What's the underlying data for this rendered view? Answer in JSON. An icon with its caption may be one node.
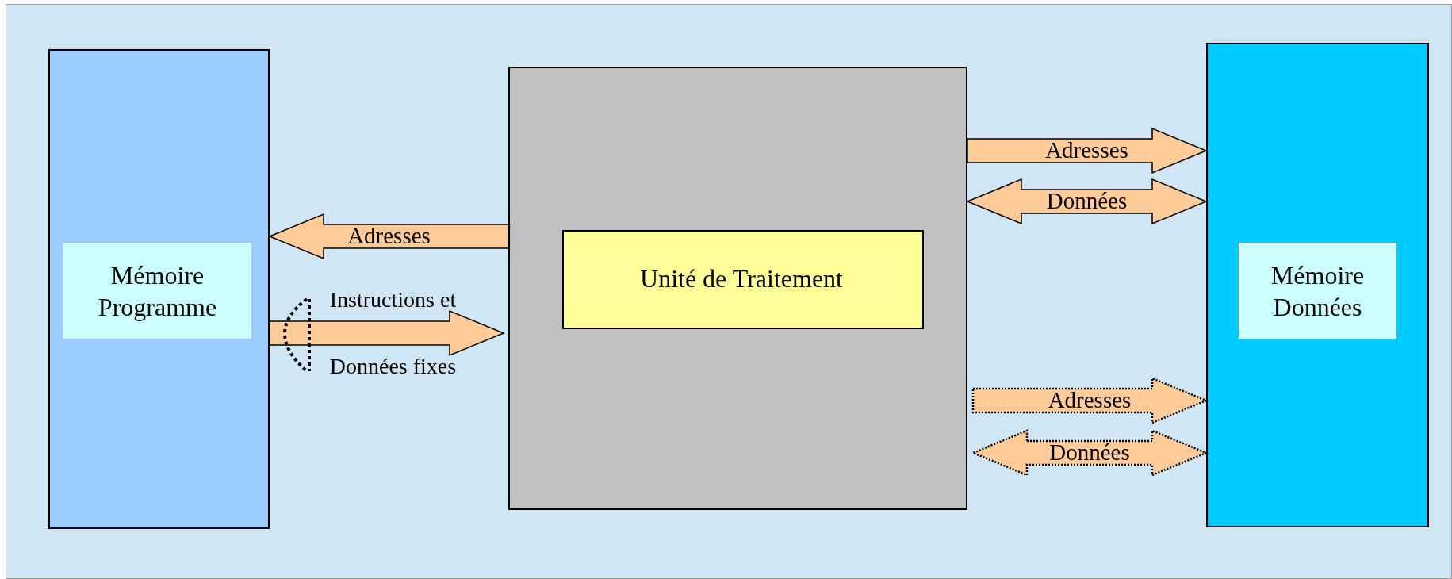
{
  "diagram": {
    "nodes": [
      {
        "text": [
          "Mémoire Programme"
        ]
      },
      {
        "text": [],
        "shape": "box"
      },
      {
        "text": [
          "Unité de Traitement"
        ],
        "in": 1
      },
      {
        "text": [
          "Mémoire Données"
        ]
      }
    ],
    "edges": [
      {
        "from": 1,
        "to": 0,
        "arrow": "to",
        "label": "Adresses"
      },
      {
        "from": 0,
        "to": 1,
        "arrow": "to",
        "label": "Instructions et Données fixes"
      },
      {
        "from": 1,
        "to": 3,
        "arrow": "to",
        "label": "Adresses"
      },
      {
        "from": 1,
        "to": 3,
        "arrow": "both",
        "label": "Données"
      },
      {
        "from": 1,
        "to": 3,
        "arrow": "to",
        "label": "Adresses",
        "style": "dashed"
      },
      {
        "from": 1,
        "to": 3,
        "arrow": "both",
        "label": "Données",
        "style": "dashed"
      }
    ]
  }
}
